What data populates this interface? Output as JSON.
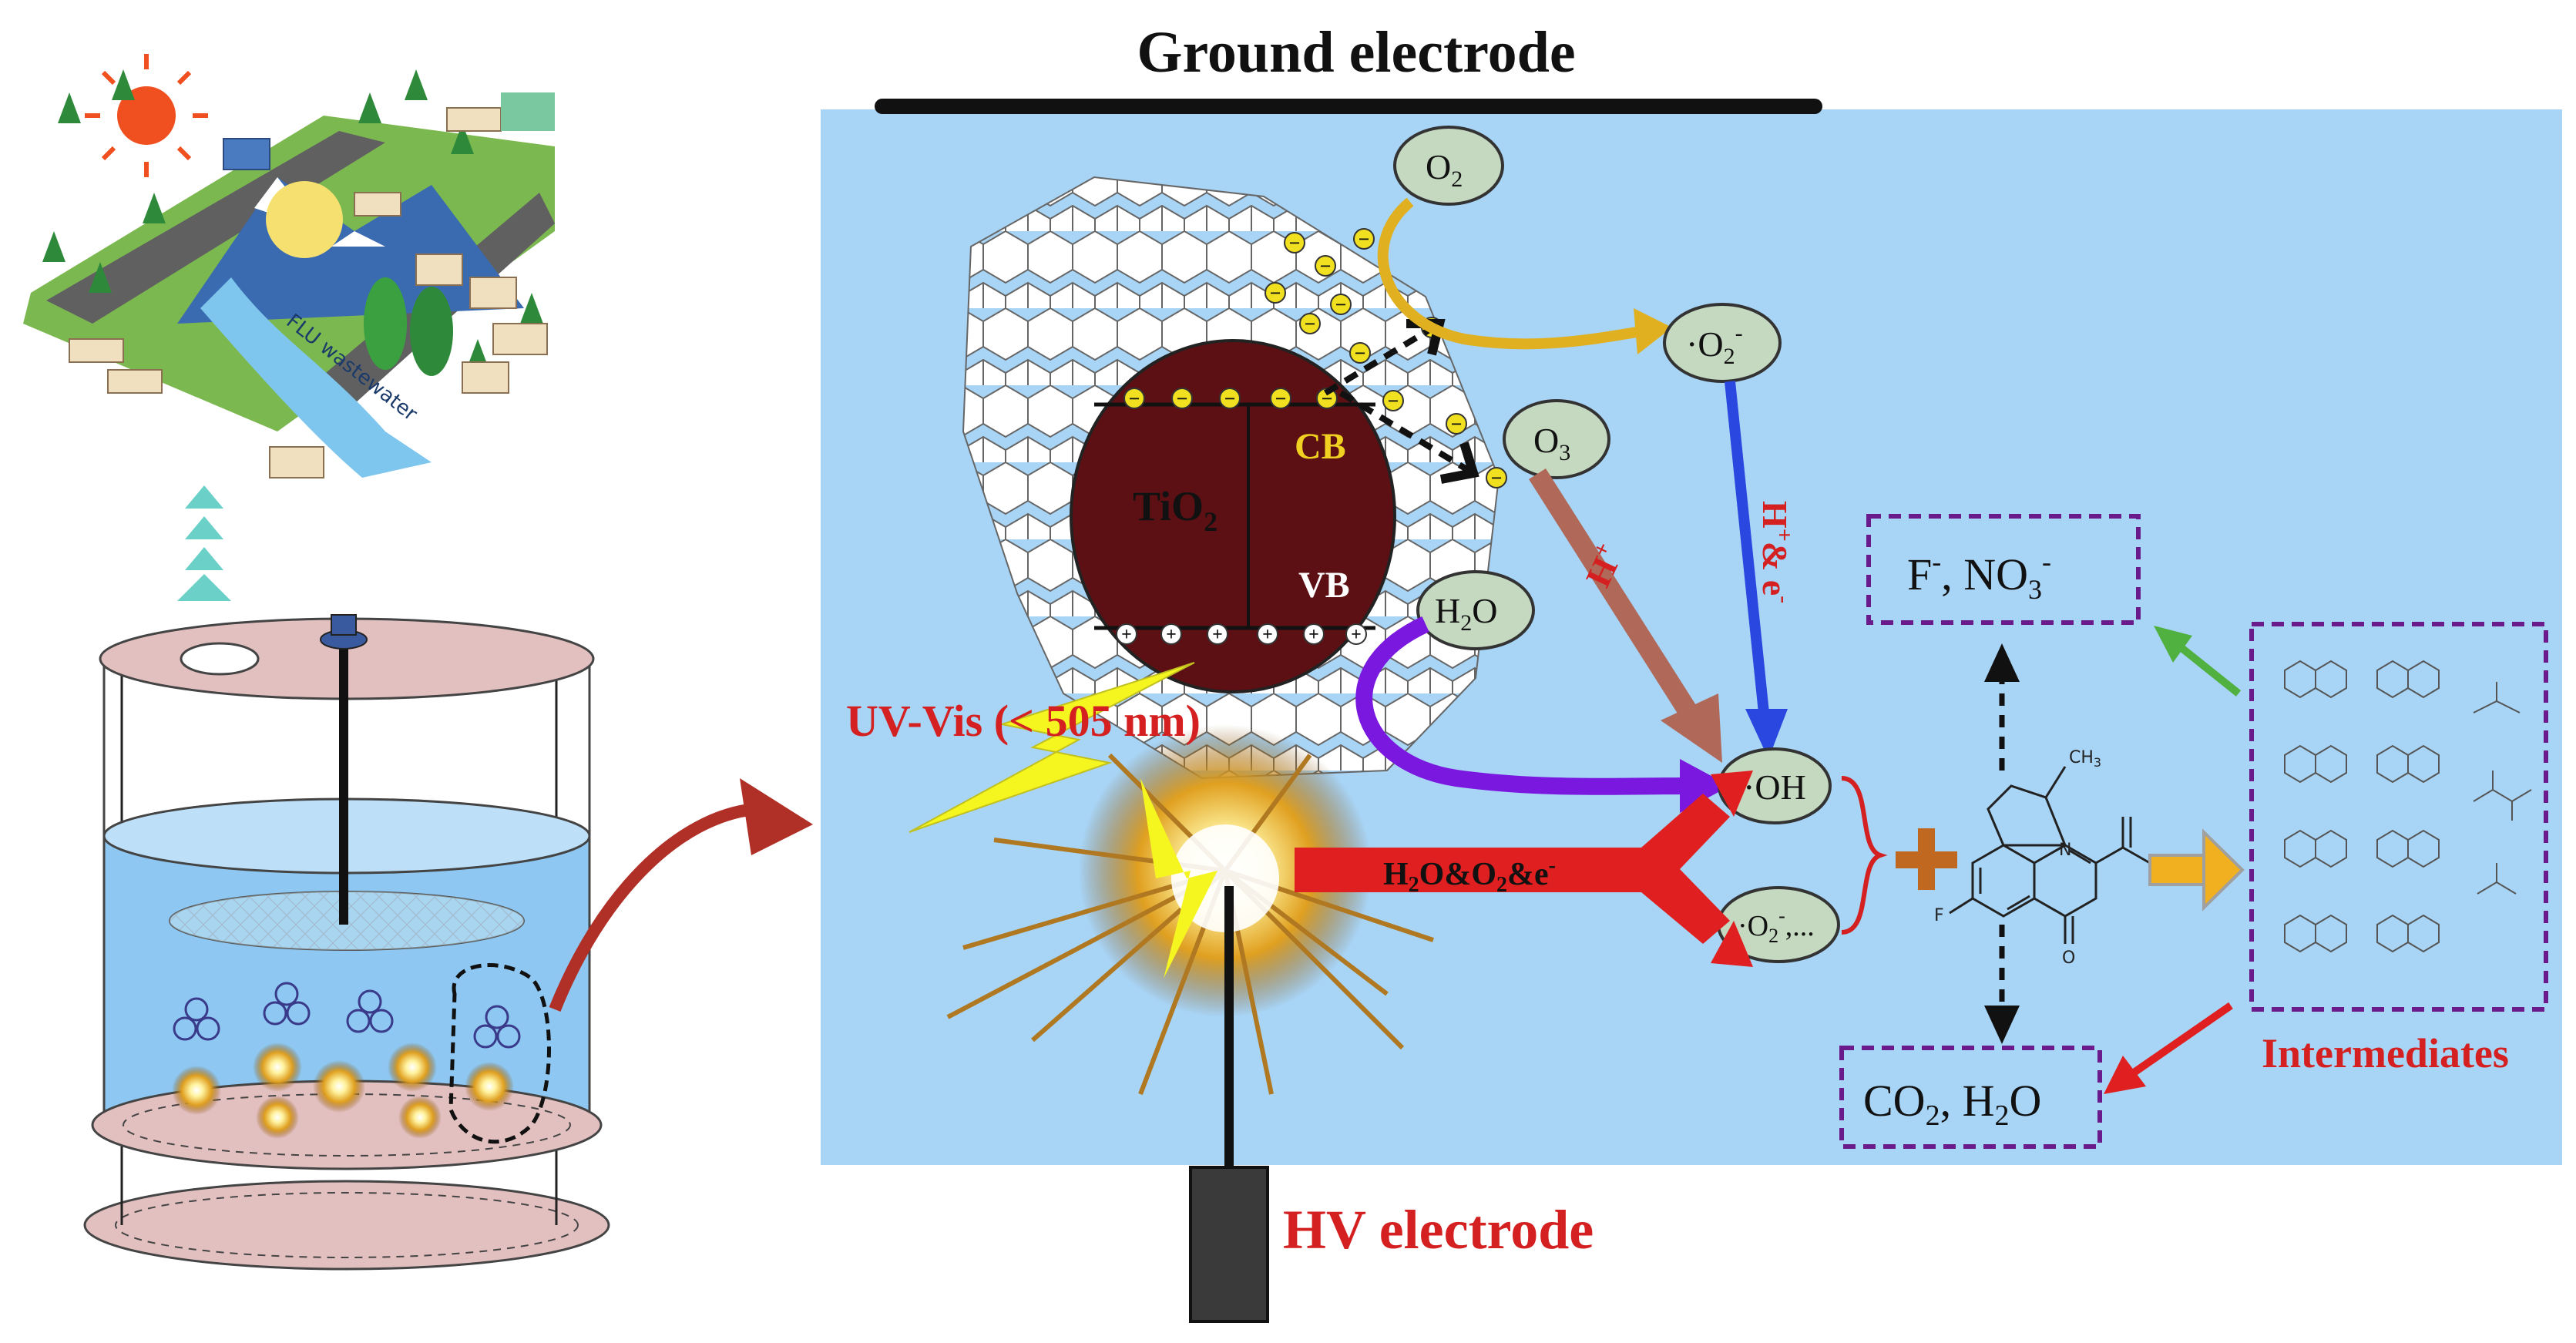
{
  "labels": {
    "ground_electrode": "Ground electrode",
    "hv_electrode": "HV electrode",
    "wastewater": "FLU wastewater",
    "cb": "CB",
    "vb": "VB",
    "tio2_main": "TiO",
    "tio2_sub": "2",
    "o2_main": "O",
    "o2_sub": "2",
    "o2rad_dot": "·",
    "o2rad_main": "O",
    "o2rad_sub": "2",
    "o2rad_sup": "-",
    "o3_main": "O",
    "o3_sub": "3",
    "h2o_h": "H",
    "h2o_sub": "2",
    "h2o_o": "O",
    "oh": "·OH",
    "o2_etc_main": "·O",
    "o2_etc_sub": "2",
    "o2_etc_sup": "-",
    "o2_etc_tail": ",...",
    "h_plus": "H",
    "h_plus_sup": "+",
    "h_plus_e_a": "H",
    "h_plus_e_sup": "+",
    "h_plus_e_b": "& e",
    "h_plus_e_sup2": "-",
    "uv_vis": "UV-Vis (< 505 nm)",
    "plasma_a": "H",
    "plasma_sub1": "2",
    "plasma_b": "O&O",
    "plasma_sub2": "2",
    "plasma_c": "&e",
    "plasma_sup": "-",
    "f_no3_a": "F",
    "f_no3_sup1": "-",
    "f_no3_b": ",  NO",
    "f_no3_sub": "3",
    "f_no3_sup2": "-",
    "co2_a": "CO",
    "co2_sub1": "2",
    "co2_b": ", H",
    "co2_sub2": "2",
    "co2_c": "O",
    "intermediates": "Intermediates",
    "mol_ch3": "CH",
    "mol_ch3_sub": "3",
    "mol_f": "F",
    "mol_n": "N",
    "mol_o": "O",
    "mol_oh": "OH",
    "minus_sign": "−",
    "plus_sign": "+"
  },
  "colors": {
    "panel_bg": "#a8d4f5",
    "tio2_fill": "#5c1014",
    "bubble_fill": "#c5d8c0",
    "electron_fill": "#f0e020",
    "red_text": "#d42020",
    "cb_text": "#f0d020",
    "dashed_box": "#6a1a8a",
    "tank_disc": "#e3c0c0"
  }
}
